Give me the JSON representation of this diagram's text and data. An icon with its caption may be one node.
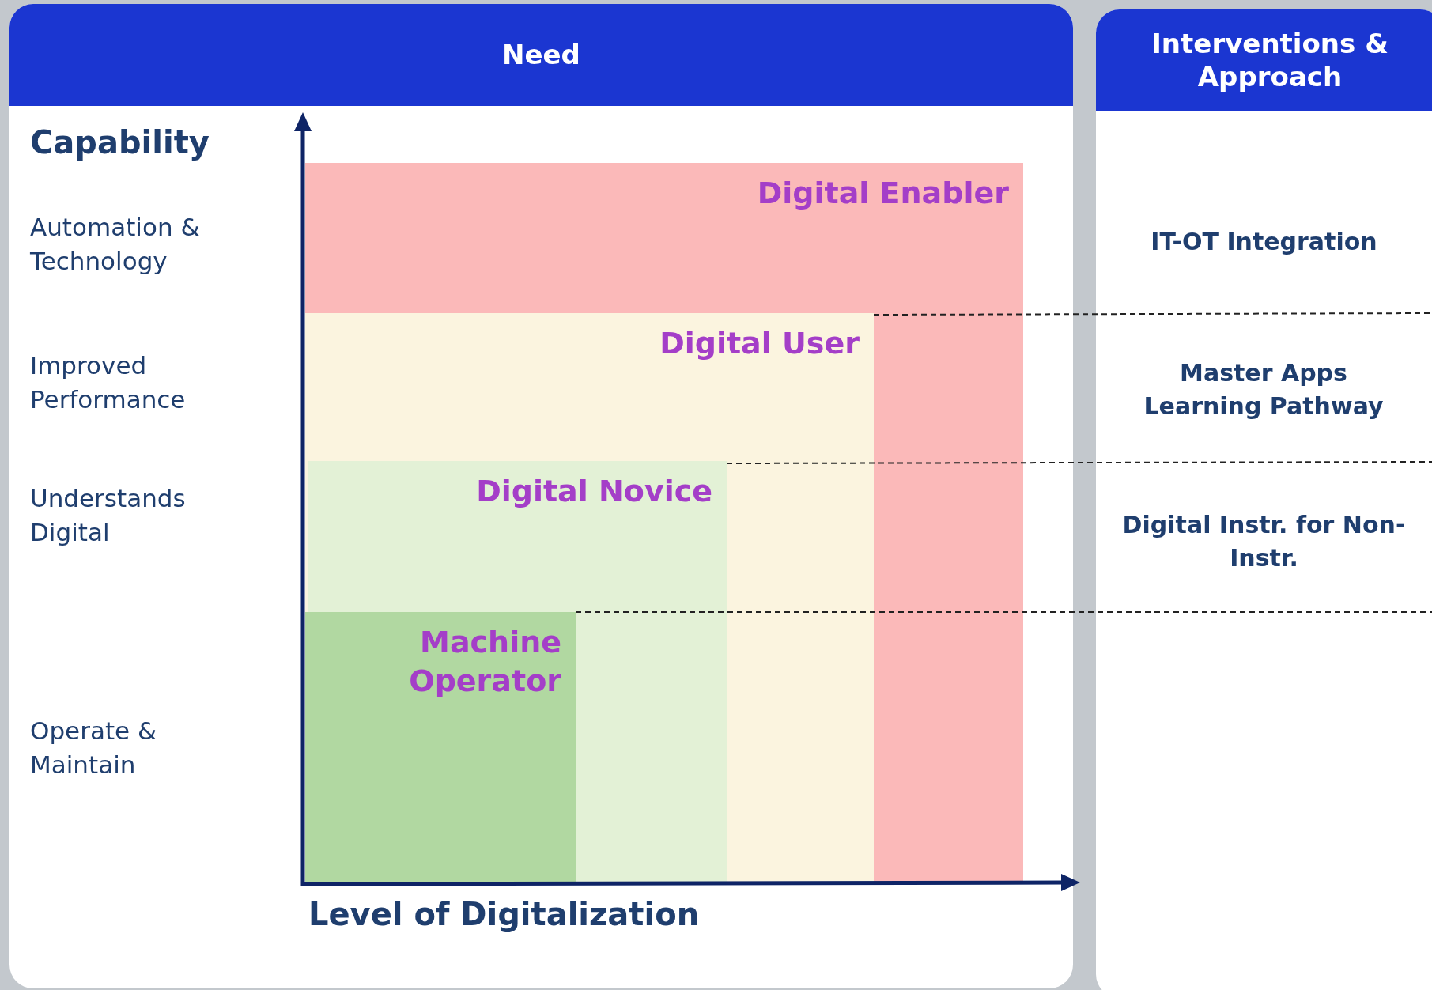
{
  "diagram": {
    "nodes": [
      {
        "text": [
          "Need"
        ]
      },
      {
        "text": [
          "Interventions & Approach"
        ]
      },
      {
        "text": [
          "Digital Enabler"
        ],
        "in": 0
      },
      {
        "text": [
          "Digital User"
        ],
        "in": 2
      },
      {
        "text": [
          "Digital Novice"
        ],
        "in": 3
      },
      {
        "text": [
          "Machine Operator"
        ],
        "in": 4
      }
    ],
    "labels": [
      "Capability",
      "Automation & Technology",
      "Improved Performance",
      "Understands Digital",
      "Operate & Maintain",
      "Level of Digitalization",
      "IT-OT Integration",
      "Master Apps Learning Pathway",
      "Digital Instr. for Non- Instr."
    ]
  }
}
